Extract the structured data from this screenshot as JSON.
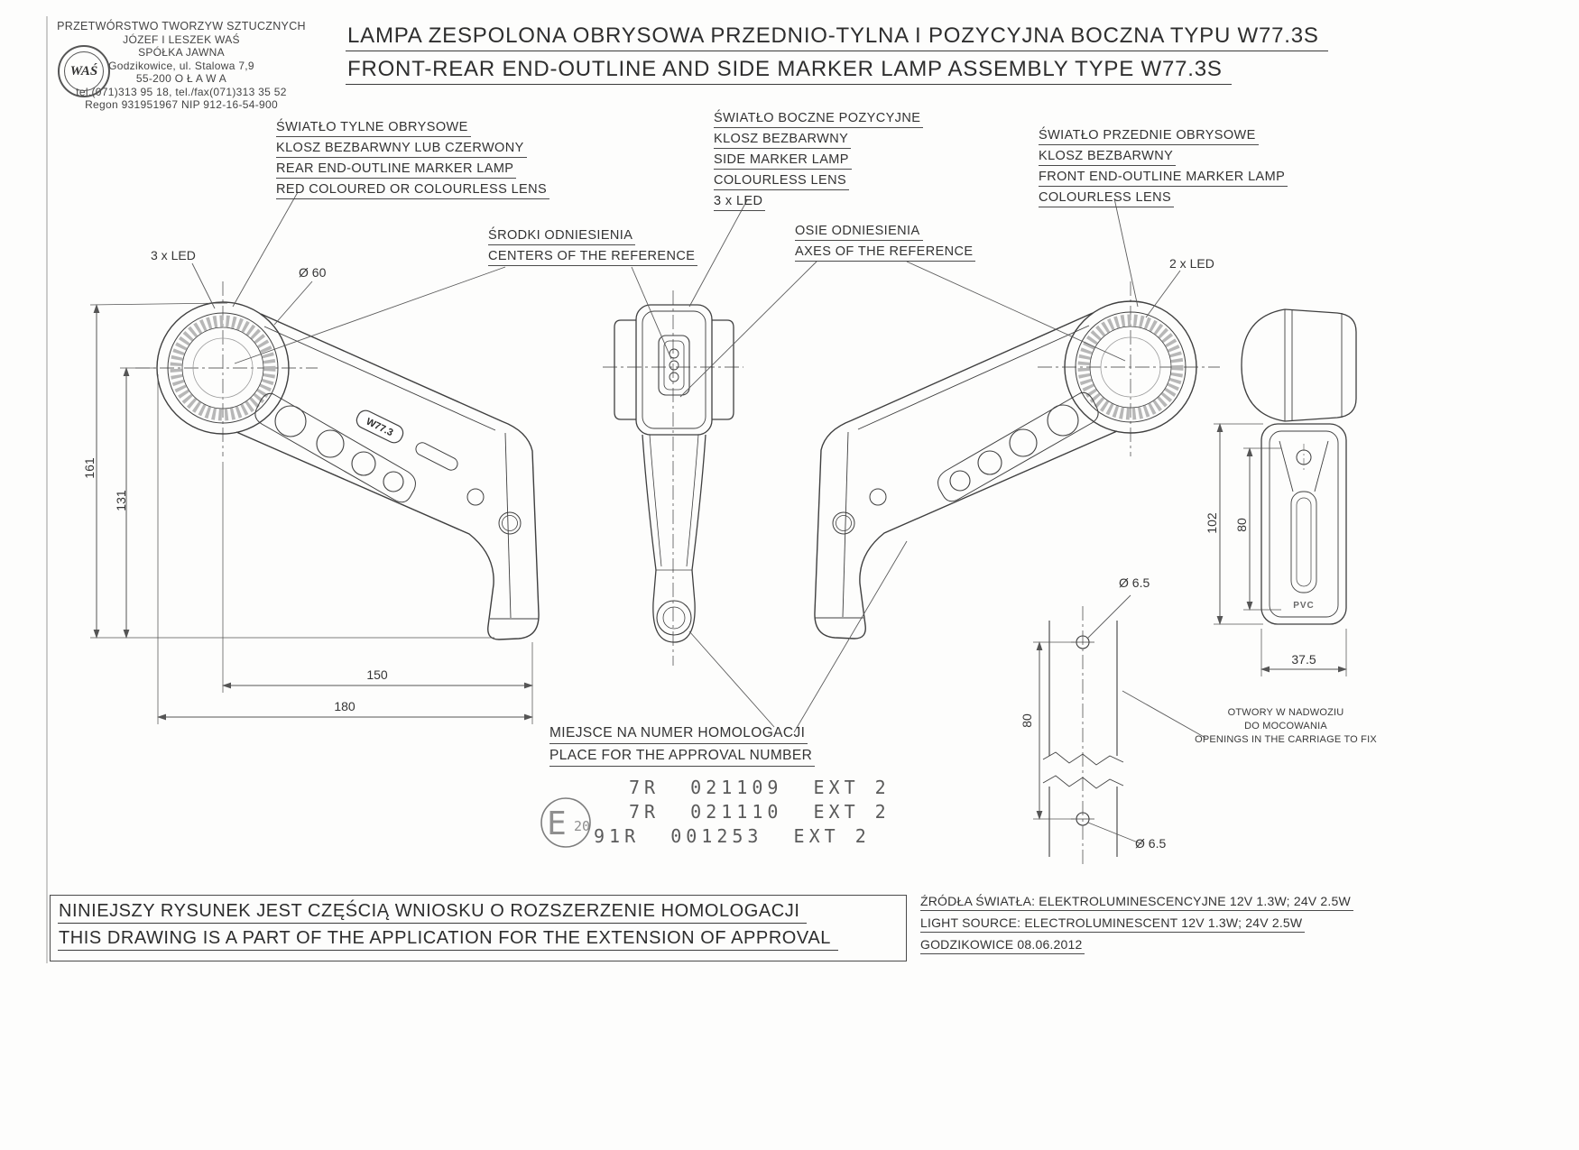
{
  "company": {
    "logo": "WAŚ",
    "lines": [
      "PRZETWÓRSTWO TWORZYW SZTUCZNYCH",
      "JÓZEF I LESZEK WAŚ",
      "SPÓŁKA JAWNA",
      "Godzikowice, ul. Stalowa 7,9",
      "55-200  O Ł A W A",
      "tel.(071)313 95 18, tel./fax(071)313 35 52",
      "Regon 931951967 NIP 912-16-54-900"
    ]
  },
  "title": {
    "pl": "LAMPA ZESPOLONA OBRYSOWA PRZEDNIO-TYLNA I POZYCYJNA BOCZNA TYPU W77.3S",
    "en": "FRONT-REAR END-OUTLINE AND SIDE MARKER LAMP ASSEMBLY TYPE W77.3S"
  },
  "labels": {
    "rear_lamp": [
      "ŚWIATŁO TYLNE OBRYSOWE",
      "KLOSZ BEZBARWNY LUB CZERWONY",
      "REAR END-OUTLINE MARKER LAMP",
      "RED COLOURED OR COLOURLESS LENS"
    ],
    "side_lamp": [
      "ŚWIATŁO BOCZNE POZYCYJNE",
      "KLOSZ BEZBARWNY",
      "SIDE MARKER LAMP",
      "COLOURLESS LENS",
      "3 x LED"
    ],
    "front_lamp": [
      "ŚWIATŁO PRZEDNIE OBRYSOWE",
      "KLOSZ BEZBARWNY",
      "FRONT END-OUTLINE MARKER LAMP",
      "COLOURLESS LENS"
    ],
    "centers": [
      "ŚRODKI ODNIESIENIA",
      "CENTERS OF THE REFERENCE"
    ],
    "axes": [
      "OSIE ODNIESIENIA",
      "AXES OF THE REFERENCE"
    ],
    "approval_place": [
      "MIEJSCE NA NUMER HOMOLOGACJI",
      "PLACE FOR THE APPROVAL NUMBER"
    ],
    "holes": [
      "OTWORY W NADWOZIU",
      "DO MOCOWANIA",
      "OPENINGS IN THE CARRIAGE TO FIX"
    ]
  },
  "dims": {
    "led3": "3 x LED",
    "led2": "2 x LED",
    "lens_dia": "Ø 60",
    "h161": "161",
    "h131": "131",
    "w150": "150",
    "w180": "180",
    "h102": "102",
    "h80_side": "80",
    "w37_5": "37.5",
    "hole_dia_top": "Ø 6.5",
    "hole_dia_bottom": "Ø 6.5",
    "h80_holes": "80"
  },
  "approval": {
    "e_letter": "E",
    "e_number": "20",
    "rows": [
      "7R  021109  EXT 2",
      "7R  021110  EXT 2",
      "91R  001253  EXT 2"
    ]
  },
  "drawing": {
    "model_badge": "W77.3",
    "material": "PVC"
  },
  "footer": {
    "statement_pl": "NINIEJSZY RYSUNEK JEST CZĘŚCIĄ WNIOSKU O  ROZSZERZENIE  HOMOLOGACJI",
    "statement_en": "THIS DRAWING IS A PART OF THE APPLICATION FOR THE EXTENSION OF APPROVAL",
    "light_source_pl": "ŹRÓDŁA ŚWIATŁA: ELEKTROLUMINESCENCYJNE  12V  1.3W; 24V  2.5W",
    "light_source_en": "LIGHT SOURCE: ELECTROLUMINESCENT  12V  1.3W; 24V  2.5W",
    "place_date": "GODZIKOWICE 08.06.2012"
  }
}
